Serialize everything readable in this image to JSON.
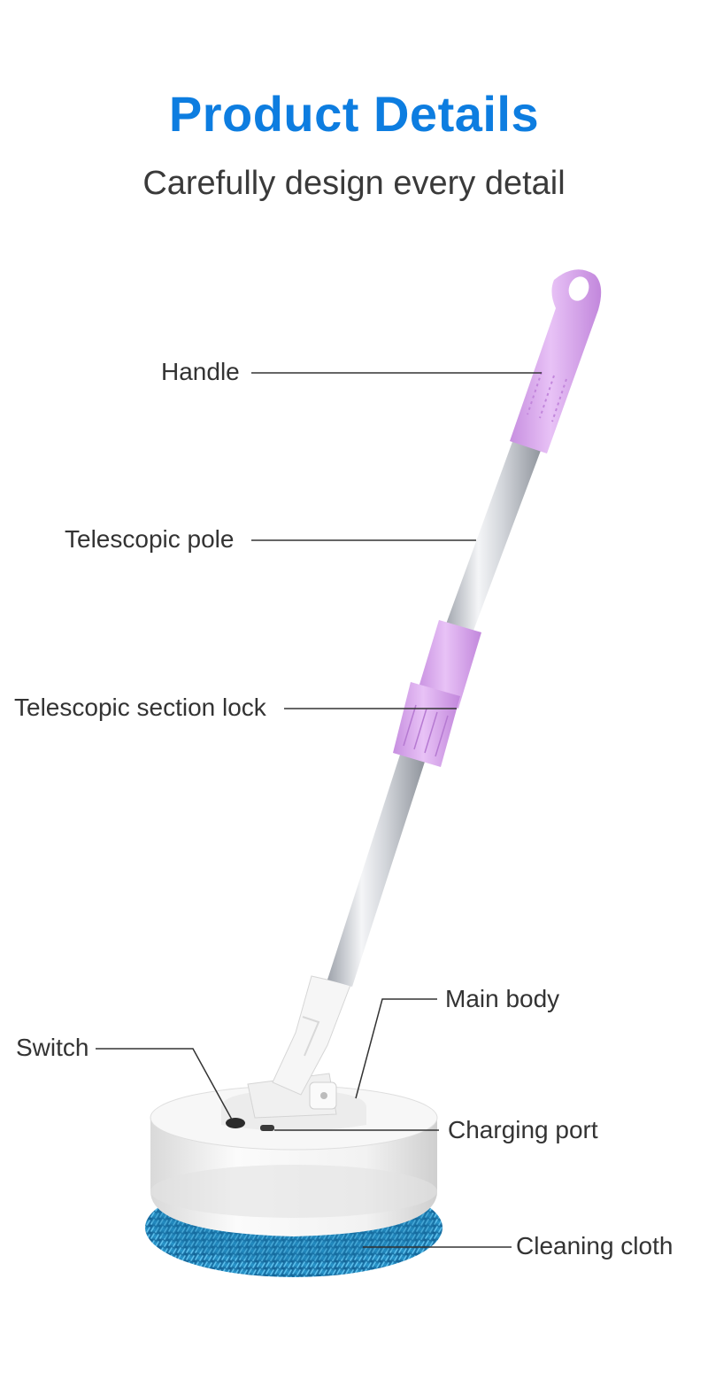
{
  "header": {
    "title": "Product Details",
    "subtitle": "Carefully design every detail"
  },
  "product": {
    "colors": {
      "accent": "#0d7de0",
      "grip": "#d9a3ee",
      "pole": "#c9ccd2",
      "body": "#f4f4f4",
      "cloth": "#1f86bd"
    }
  },
  "labels": {
    "handle": "Handle",
    "telescopic_pole": "Telescopic pole",
    "section_lock": "Telescopic section lock",
    "main_body": "Main body",
    "switch": "Switch",
    "charging_port": "Charging port",
    "cleaning_cloth": "Cleaning cloth"
  }
}
